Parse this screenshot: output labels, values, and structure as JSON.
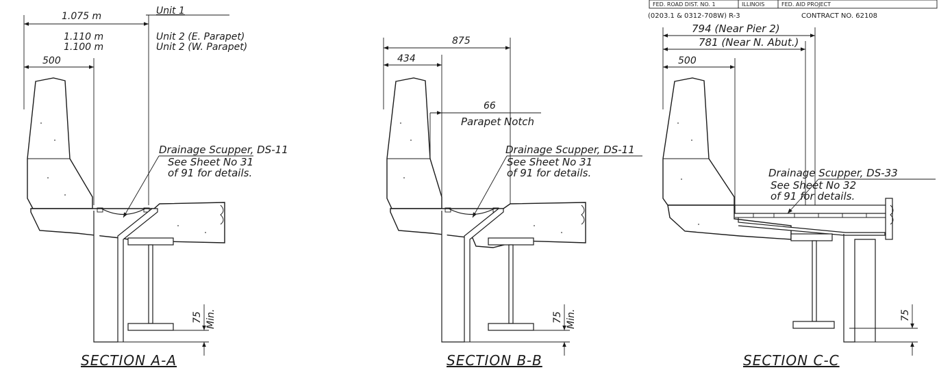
{
  "header": {
    "row1_a": "FED. ROAD DIST. NO. 1",
    "row1_b": "ILLINOIS",
    "row1_c": "FED. AID PROJECT",
    "route": "(0203.1 & 0312-708W) R-3",
    "contract": "CONTRACT NO. 62108"
  },
  "section_a": {
    "title": "SECTION A-A",
    "dim_top_1": "1.075 m",
    "dim_top_2": "1.110 m",
    "dim_top_3": "1.100 m",
    "unit_1": "Unit 1",
    "unit_2e": "Unit 2 (E. Parapet)",
    "unit_2w": "Unit 2 (W. Parapet)",
    "dim_500": "500",
    "scupper_1": "Drainage Scupper, DS-11",
    "scupper_2": "See Sheet No 31",
    "scupper_3": "of 91 for details.",
    "clear_val": "75",
    "clear_min": "Min."
  },
  "section_b": {
    "title": "SECTION B-B",
    "dim_875": "875",
    "dim_434": "434",
    "dim_66": "66",
    "notch": "Parapet Notch",
    "scupper_1": "Drainage Scupper, DS-11",
    "scupper_2": "See Sheet No 31",
    "scupper_3": "of 91 for details.",
    "clear_val": "75",
    "clear_min": "Min."
  },
  "section_c": {
    "title": "SECTION C-C",
    "dim_794": "794 (Near Pier 2)",
    "dim_781": "781 (Near N. Abut.)",
    "dim_500": "500",
    "scupper_1": "Drainage Scupper, DS-33",
    "scupper_2": "See Sheet No 32",
    "scupper_3": "of 91 for details.",
    "clear_val": "75"
  }
}
